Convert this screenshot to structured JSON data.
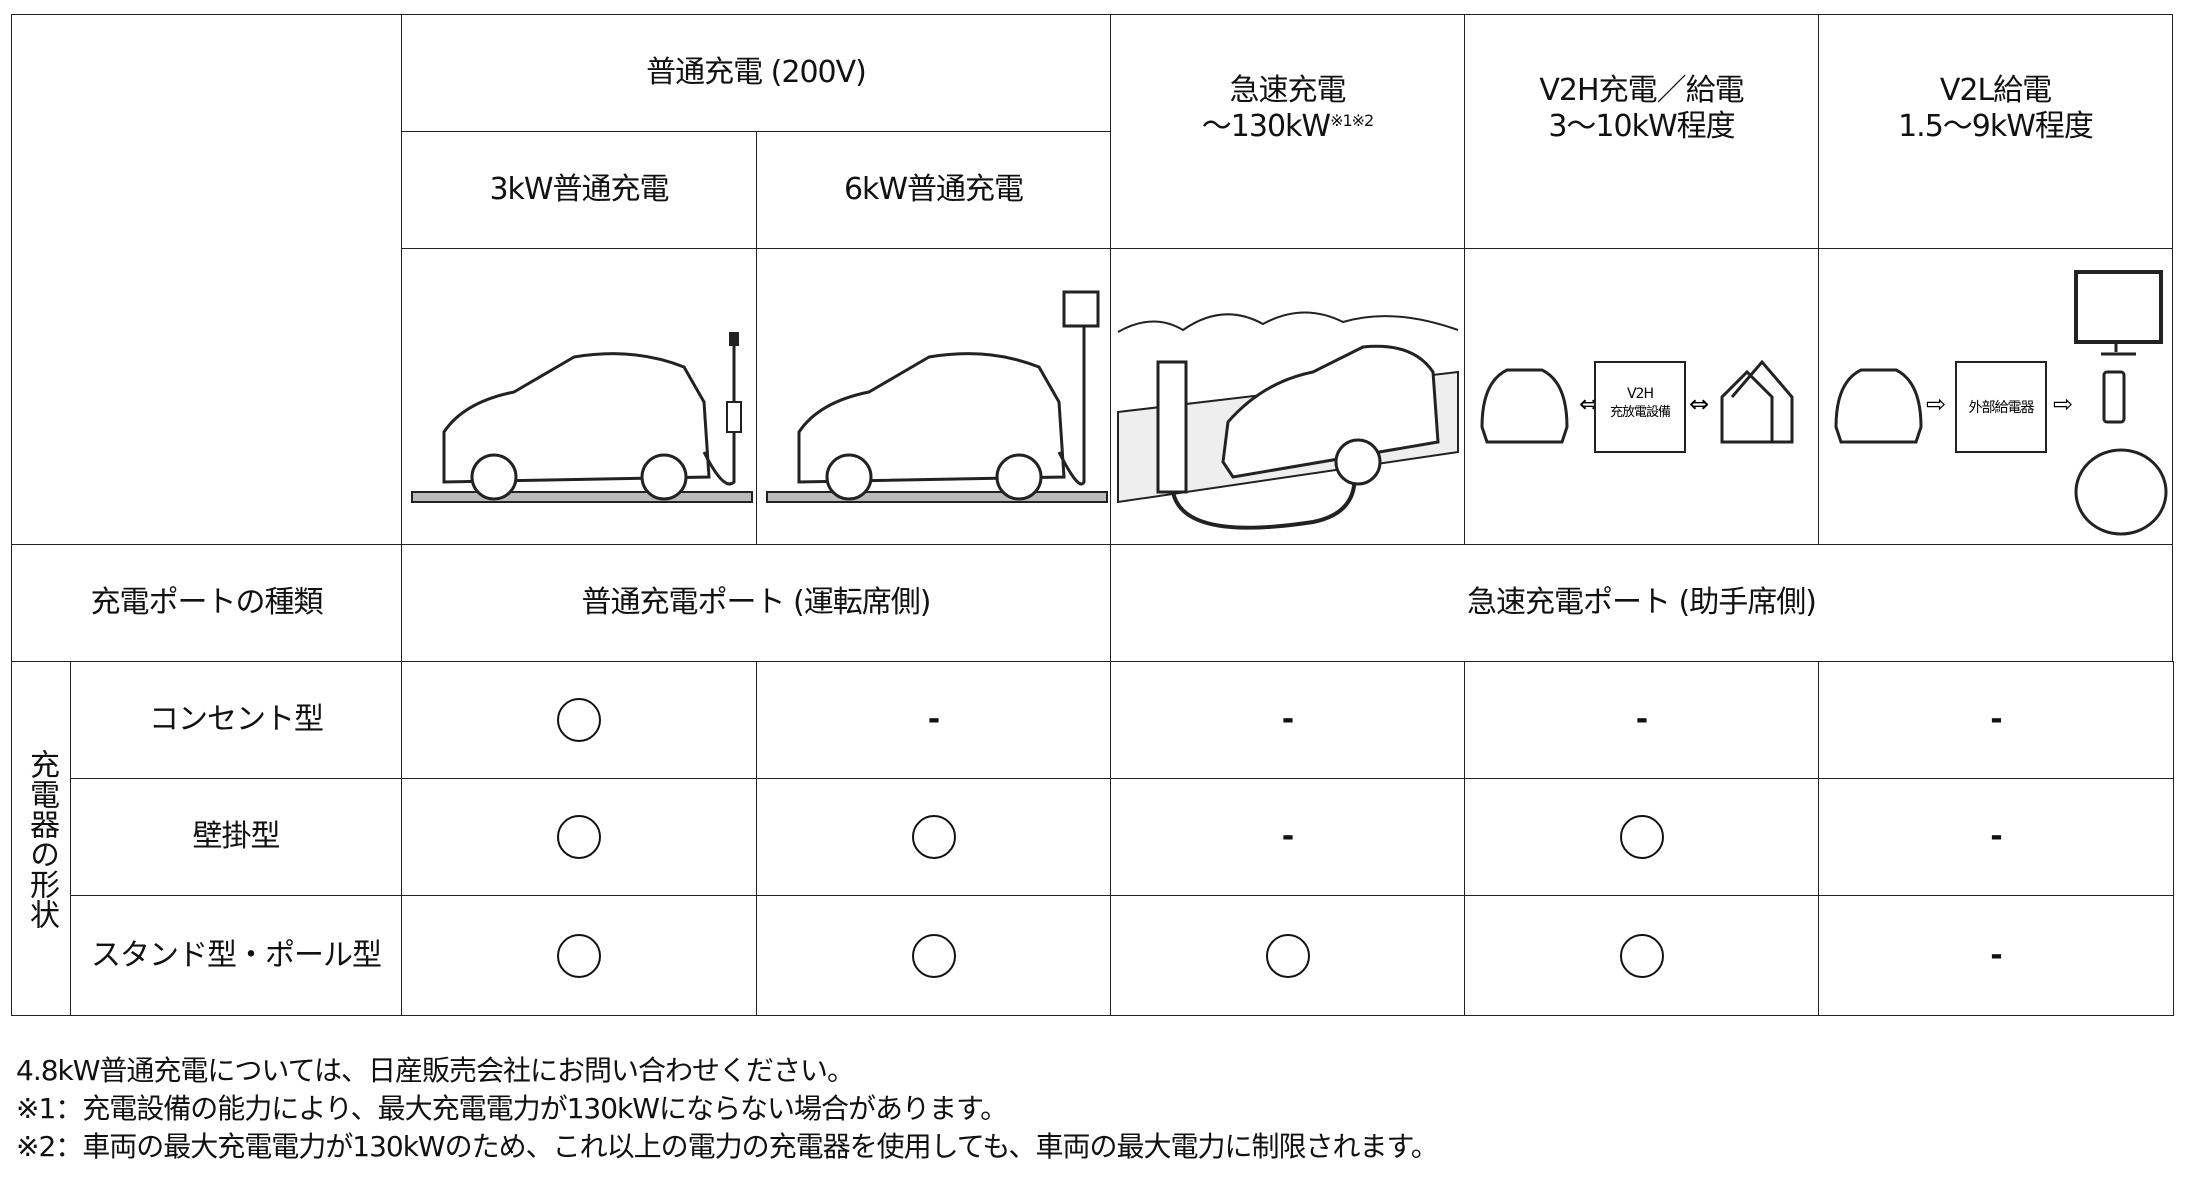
{
  "header": {
    "normal_group": "普通充電 (200V)",
    "normal_3kw": "3kW普通充電",
    "normal_6kw": "6kW普通充電",
    "quick_title": "急速充電",
    "quick_power": "〜130kW",
    "quick_note": "※1※2",
    "v2h_title": "V2H充電／給電",
    "v2h_power": "3〜10kW程度",
    "v2l_title": "V2L給電",
    "v2l_power": "1.5〜9kW程度"
  },
  "illustrations": {
    "v2h_box": [
      "V2H",
      "充放電設備"
    ],
    "v2l_box": "外部給電器"
  },
  "port_row": {
    "label": "充電ポートの種類",
    "normal_port": "普通充電ポート (運転席側)",
    "quick_port": "急速充電ポート (助手席側)"
  },
  "charger_shape": {
    "label": "充電器の形状",
    "rows": [
      {
        "label": "コンセント型",
        "values": [
          "○",
          "-",
          "-",
          "-",
          "-"
        ]
      },
      {
        "label": "壁掛型",
        "values": [
          "○",
          "○",
          "-",
          "○",
          "-"
        ]
      },
      {
        "label": "スタンド型・ポール型",
        "values": [
          "○",
          "○",
          "○",
          "○",
          "-"
        ]
      }
    ]
  },
  "notes": [
    "4.8kW普通充電については、日産販売会社にお問い合わせください。",
    "※1：充電設備の能力により、最大充電電力が130kWにならない場合があります。",
    "※2：車両の最大充電電力が130kWのため、これ以上の電力の充電器を使用しても、車両の最大電力に制限されます。"
  ]
}
